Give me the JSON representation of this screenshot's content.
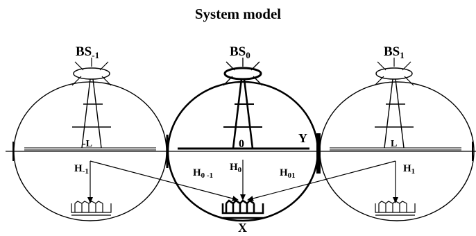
{
  "title": "System model",
  "stations": [
    {
      "id": "bs-left",
      "name_main": "BS",
      "name_sub": "-1",
      "position_label": "-L",
      "channel_main": "H",
      "channel_sub": "-1"
    },
    {
      "id": "bs-center",
      "name_main": "BS",
      "name_sub": "0",
      "position_label": "0",
      "channel_main": "H",
      "channel_sub": "0"
    },
    {
      "id": "bs-right",
      "name_main": "BS",
      "name_sub": "1",
      "position_label": "L",
      "channel_main": "H",
      "channel_sub": "1"
    }
  ],
  "cross_channels": [
    {
      "id": "h0-minus1",
      "main": "H",
      "sub": "0 -1"
    },
    {
      "id": "h01",
      "main": "H",
      "sub": "01"
    }
  ],
  "boundary_label": "Y",
  "user_label": "X"
}
